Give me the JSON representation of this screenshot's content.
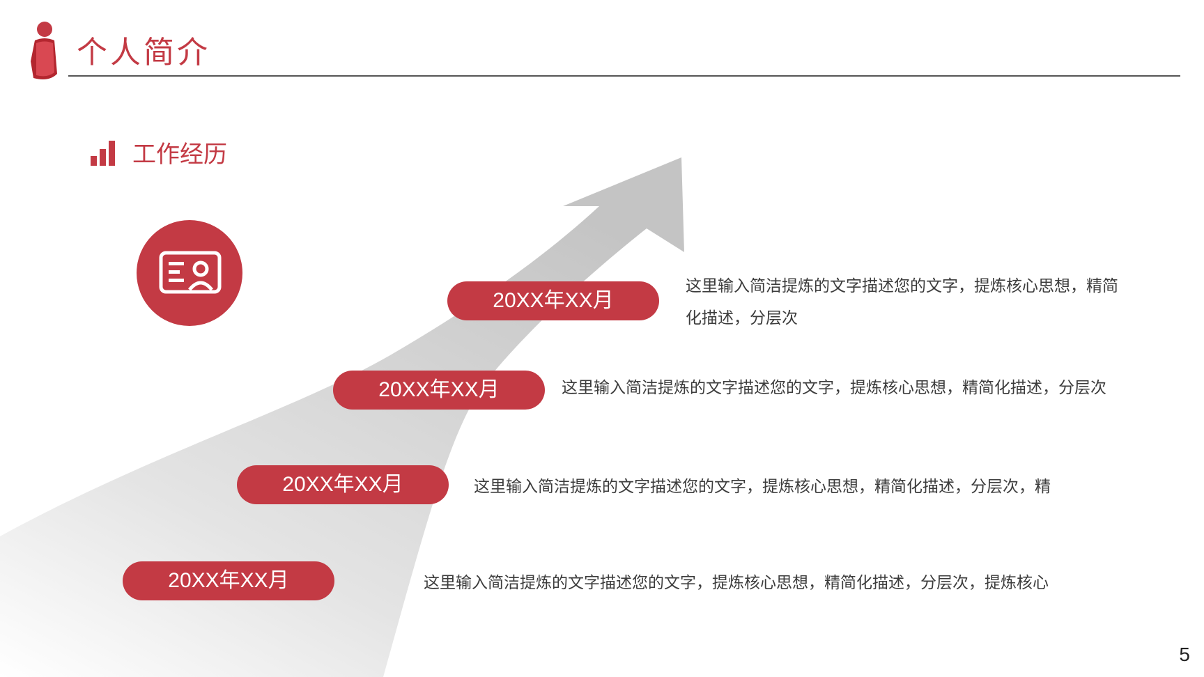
{
  "header": {
    "title": "个人简介",
    "icon": "person-icon"
  },
  "section": {
    "title": "工作经历",
    "icon": "bar-chart-icon"
  },
  "badge_icon": "id-card-icon",
  "timeline": [
    {
      "date": "20XX年XX月",
      "description": "这里输入简洁提炼的文字描述您的文字，提炼核心思想，精简化描述，分层次"
    },
    {
      "date": "20XX年XX月",
      "description": "这里输入简洁提炼的文字描述您的文字，提炼核心思想，精简化描述，分层次"
    },
    {
      "date": "20XX年XX月",
      "description": "这里输入简洁提炼的文字描述您的文字，提炼核心思想，精简化描述，分层次，精"
    },
    {
      "date": "20XX年XX月",
      "description": "这里输入简洁提炼的文字描述您的文字，提炼核心思想，精简化描述，分层次，提炼核心"
    }
  ],
  "page_number": "5",
  "colors": {
    "accent": "#c33a44",
    "arrow": "#c8c8c8",
    "text": "#3c3c3c"
  }
}
